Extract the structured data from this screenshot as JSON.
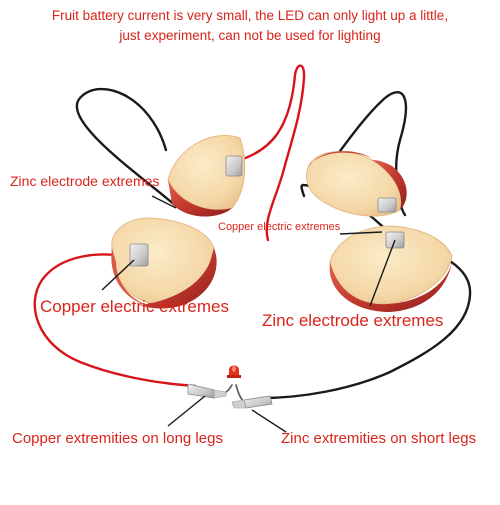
{
  "header": {
    "line1": "Fruit battery current is very small, the LED can only light up a little,",
    "line2": "just experiment, can not be used for lighting"
  },
  "labels": {
    "zinc_top": "Zinc electrode extremes",
    "copper_mid": "Copper electric extremes",
    "copper_left": "Copper electric extremes",
    "zinc_right": "Zinc electrode extremes",
    "copper_long": "Copper extremities on long legs",
    "zinc_short": "Zinc extremities on short legs"
  },
  "colors": {
    "label_red": "#d9241b",
    "wire_red": "#d8141b",
    "wire_black": "#1a1a1a",
    "apple_skin": "#c8473a",
    "apple_flesh": "#f6ddb4"
  },
  "icons": [
    "apple-slice-icon",
    "led-icon",
    "alligator-clip-icon"
  ]
}
